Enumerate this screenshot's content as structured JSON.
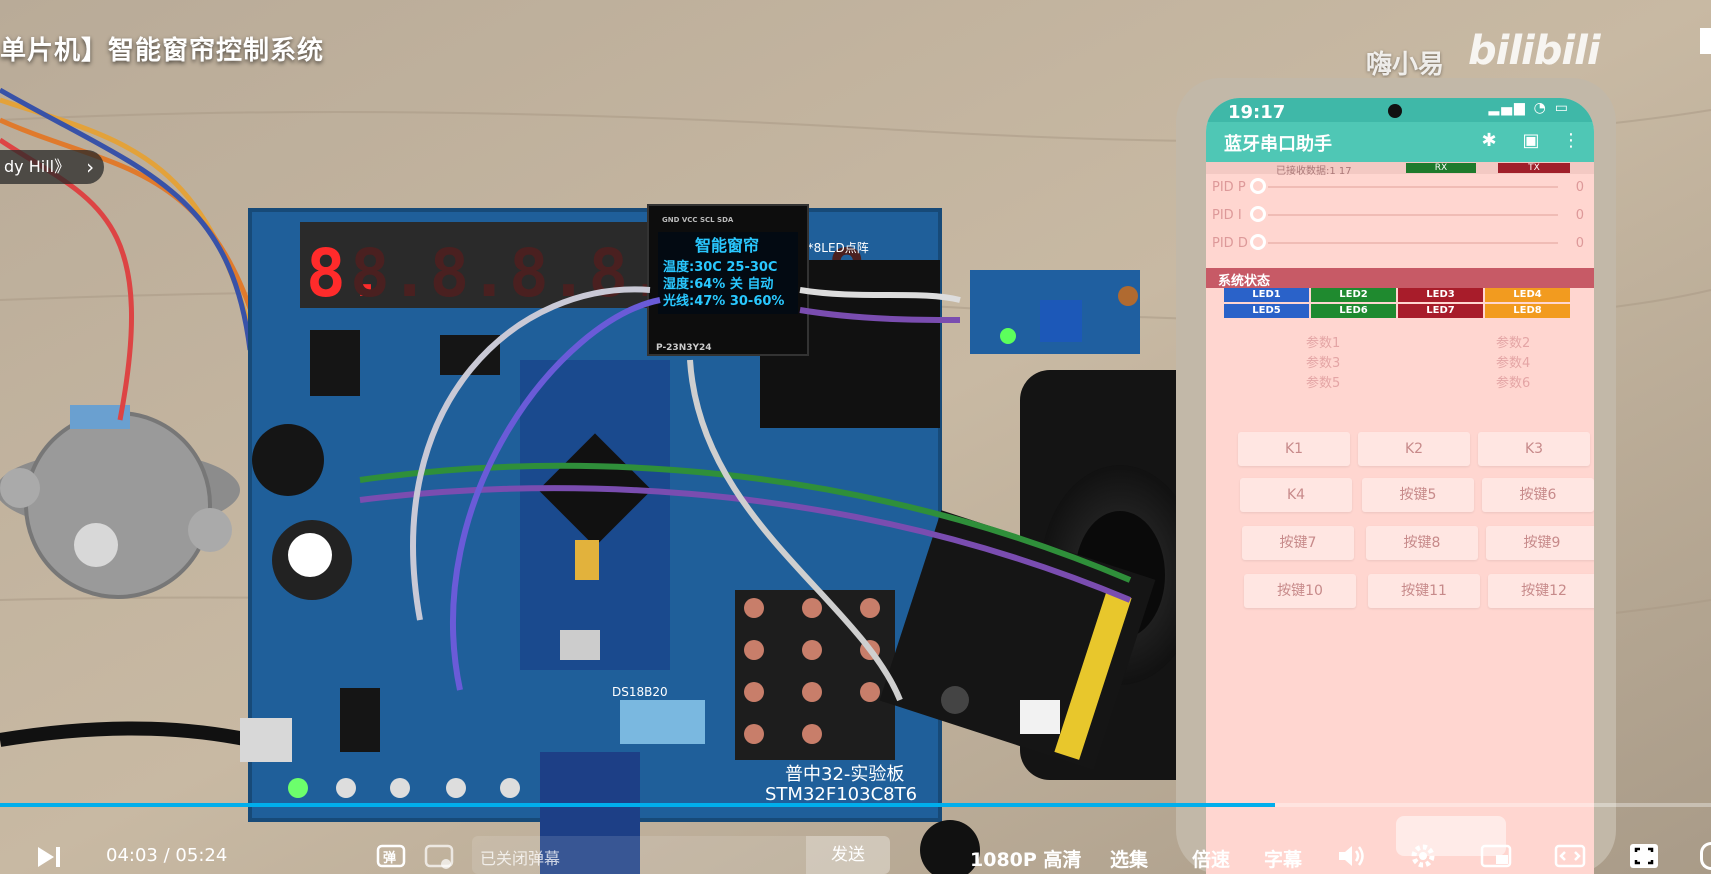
{
  "video": {
    "title": "单片机】智能窗帘控制系统",
    "uploader": "嗨小易",
    "brand": "bilibili",
    "chip_label": "dy Hill》"
  },
  "oled": {
    "header": "GND VCC SCL SDA",
    "line1": "智能窗帘",
    "line2": "温度:30C  25-30C",
    "line3": "湿度:64% 关 自动",
    "line4": "光线:47%  30-60%",
    "sub": "P-23N3Y24"
  },
  "board": {
    "label_led": "8*8LED点阵",
    "label_stm": "普中32-实验板",
    "label_chip": "STM32F103C8T6",
    "label_ds": "DS18B20",
    "seg_digit": "8."
  },
  "phone": {
    "status_time": "19:17",
    "app_title": "蓝牙串口助手",
    "counter_text": "已接收数据:1 17",
    "rx_label": "RX",
    "tx_label": "TX",
    "pid": [
      {
        "label": "PID P",
        "value": "0"
      },
      {
        "label": "PID I",
        "value": "0"
      },
      {
        "label": "PID D",
        "value": "0"
      }
    ],
    "system_status": "系统状态",
    "leds": [
      {
        "label": "LED1",
        "color": "#2a62c9"
      },
      {
        "label": "LED2",
        "color": "#1f8a2f"
      },
      {
        "label": "LED3",
        "color": "#a81c2a"
      },
      {
        "label": "LED4",
        "color": "#f29b1f"
      },
      {
        "label": "LED5",
        "color": "#2a62c9"
      },
      {
        "label": "LED6",
        "color": "#1f8a2f"
      },
      {
        "label": "LED7",
        "color": "#a81c2a"
      },
      {
        "label": "LED8",
        "color": "#f29b1f"
      }
    ],
    "params": [
      "参数1",
      "参数2",
      "参数3",
      "参数4",
      "参数5",
      "参数6"
    ],
    "buttons": [
      "K1",
      "K2",
      "K3",
      "K4",
      "按键5",
      "按键6",
      "按键7",
      "按键8",
      "按键9",
      "按键10",
      "按键11",
      "按键12"
    ]
  },
  "player": {
    "current_time": "04:03",
    "separator": "/",
    "total_time": "05:24",
    "progress": 0.745,
    "danmaku_placeholder": "已关闭弹幕",
    "send_label": "发送",
    "quality": "1080P 高清",
    "episodes": "选集",
    "speed": "倍速",
    "subtitle": "字幕",
    "accent": "#00aeec"
  }
}
